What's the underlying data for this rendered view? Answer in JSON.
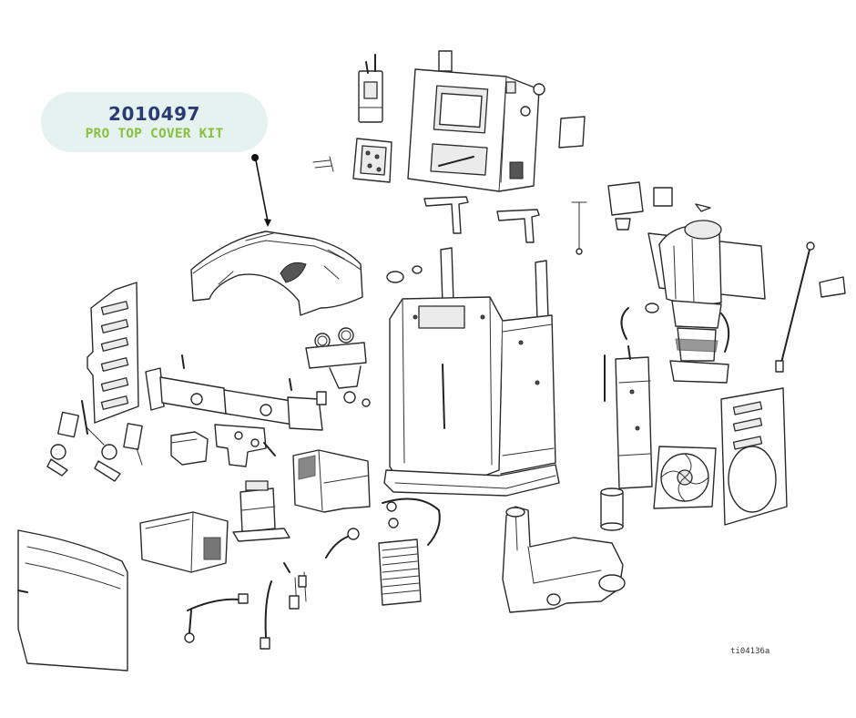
{
  "callout": {
    "part_number": "2010497",
    "kit_name": "PRO TOP COVER KIT"
  },
  "figure_ref": "ti04136a",
  "colors": {
    "callout_bg": "#e6f2ef",
    "part_number": "#2b3a75",
    "kit_name": "#86c240",
    "line_art": "#2a2a2a"
  }
}
